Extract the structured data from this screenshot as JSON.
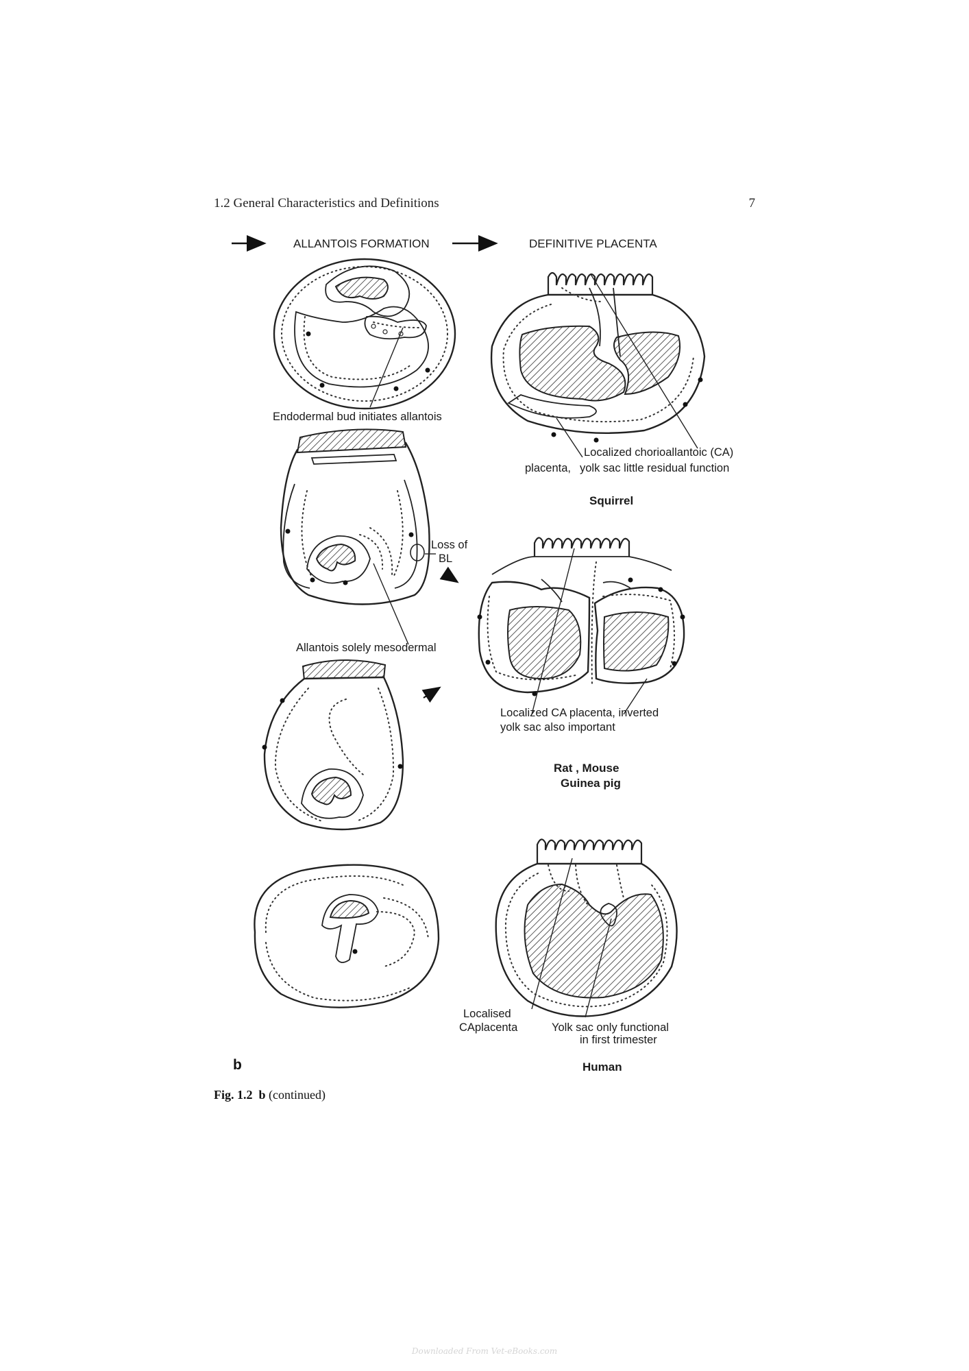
{
  "header": {
    "section_title": "1.2 General Characteristics and Definitions",
    "page_number": "7"
  },
  "figure": {
    "col_left_heading": "ALLANTOIS FORMATION",
    "col_right_heading": "DEFINITIVE PLACENTA",
    "labels": {
      "endodermal_bud": "Endodermal bud initiates allantois",
      "localized_ca_line1": "Localized chorioallantoic (CA)",
      "localized_ca_line2a": "placenta,",
      "localized_ca_line2b": "yolk sac little residual function",
      "loss_of": "Loss of",
      "bl": "BL",
      "allantois_mesodermal": "Allantois solely mesodermal",
      "rat_ca_line1": "Localized CA placenta, inverted",
      "rat_ca_line2": "yolk sac also important",
      "human_localised": "Localised",
      "human_caplacenta": "CAplacenta",
      "human_yolk_line1": "Yolk sac only functional",
      "human_yolk_line2": "in first trimester"
    },
    "species": {
      "squirrel": "Squirrel",
      "rat_mouse": "Rat , Mouse",
      "guinea_pig": "Guinea pig",
      "human": "Human"
    },
    "panel_letter": "b"
  },
  "caption": {
    "label": "Fig. 1.2",
    "panel": "b",
    "text": "(continued)"
  },
  "watermark": "Downloaded From Vet-eBooks.com"
}
